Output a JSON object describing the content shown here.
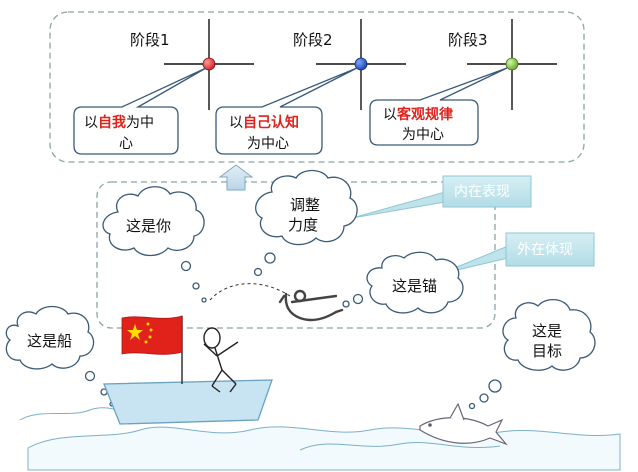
{
  "stages": [
    {
      "label": "阶段1",
      "dot_color": "#e8333a",
      "callout": {
        "pre": "以",
        "highlight": "自我",
        "post_line1": "为中",
        "line2": "心"
      }
    },
    {
      "label": "阶段2",
      "dot_color": "#1f57c8",
      "callout": {
        "pre": "以",
        "highlight": "自己认知",
        "line2": "为中心"
      }
    },
    {
      "label": "阶段3",
      "dot_color": "#7fc13a",
      "callout": {
        "pre": "以",
        "highlight": "客观规律",
        "line2": "为中心"
      }
    }
  ],
  "labels": {
    "inner": "内在表现",
    "outer": "外在体现"
  },
  "bubbles": {
    "you": "这是你",
    "adjust_l1": "调整",
    "adjust_l2": "力度",
    "anchor": "这是锚",
    "boat": "这是船",
    "target_l1": "这是",
    "target_l2": "目标"
  },
  "colors": {
    "frame_stroke": "#8aa5a5",
    "tag_fill": "#bfe3ea",
    "tag_stroke": "#8ec6d4",
    "arrow_fill": "#cfe3ef",
    "boat_fill": "#c8e4f2",
    "accent_red": "#e0221b"
  }
}
